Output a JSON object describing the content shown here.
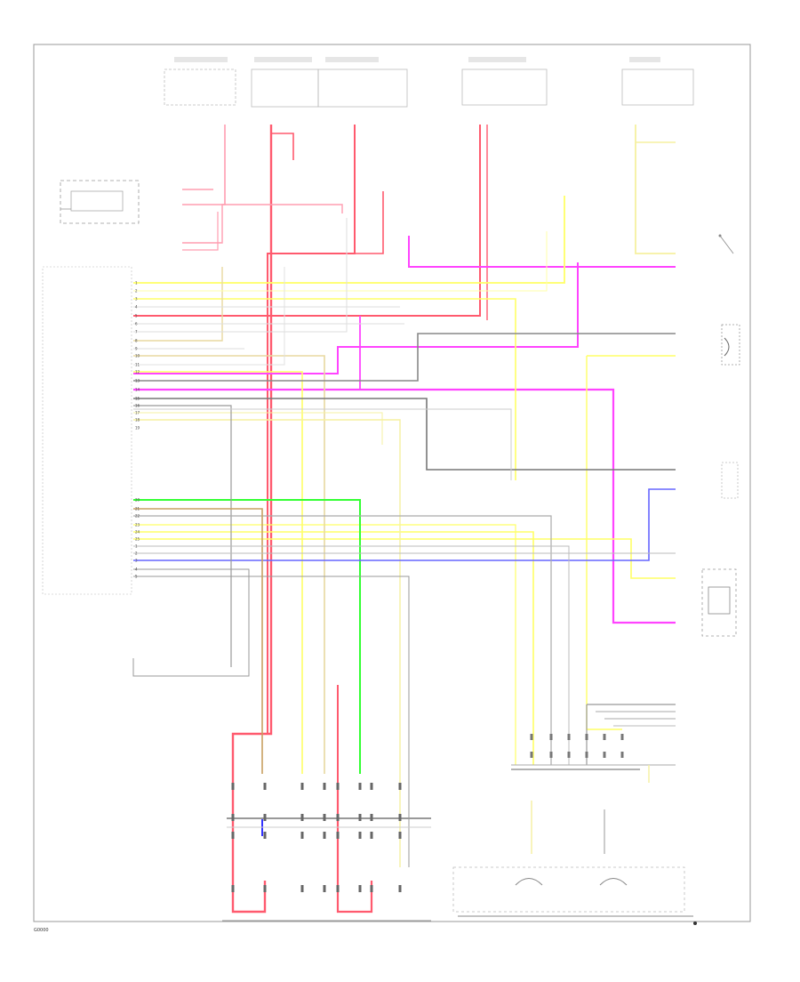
{
  "figure_label": "G0000",
  "pin_labels": [
    "1",
    "2",
    "3",
    "4",
    "5",
    "6",
    "7",
    "8",
    "9",
    "10",
    "11",
    "12",
    "13",
    "14",
    "15",
    "16",
    "17",
    "18",
    "19",
    "20",
    "21",
    "22",
    "23",
    "24",
    "25"
  ],
  "colors": {
    "red": "#ff5a6e",
    "pink": "#ff9db0",
    "yellow": "#ffff66",
    "pale_yellow": "#f6f0a0",
    "tan": "#e8d9a0",
    "magenta": "#ff44ff",
    "green": "#33ff33",
    "blue": "#6666ff",
    "gray": "#999999",
    "dark": "#555555",
    "light_blue": "#99aaff",
    "border": "#999999"
  }
}
